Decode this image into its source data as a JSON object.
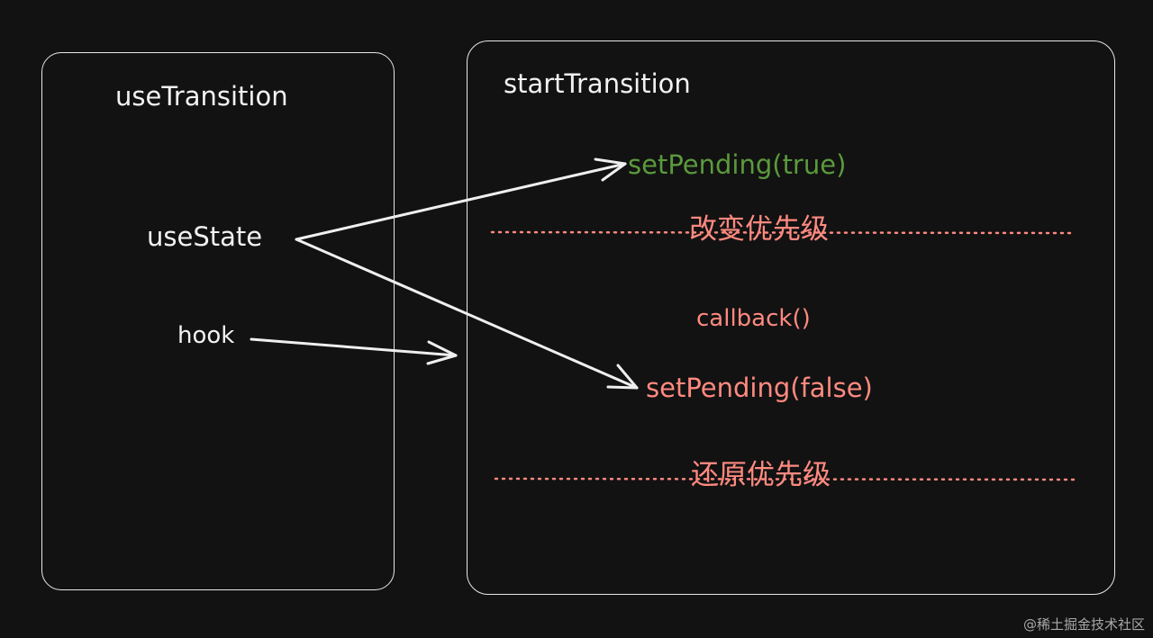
{
  "diagram": {
    "left_box": {
      "title": "useTransition"
    },
    "right_box": {
      "title": "startTransition"
    },
    "nodes": {
      "use_state": "useState",
      "hook": "hook",
      "set_pending_true": "setPending(true)",
      "change_priority": "改变优先级",
      "callback": "callback()",
      "set_pending_false": "setPending(false)",
      "restore_priority": "还原优先级"
    },
    "colors": {
      "background": "#121212",
      "stroke": "#e8e8e8",
      "text": "#f2f2f2",
      "green_text": "#5b9a3c",
      "red_text": "#ff8a80"
    }
  },
  "watermark": "@稀土掘金技术社区"
}
